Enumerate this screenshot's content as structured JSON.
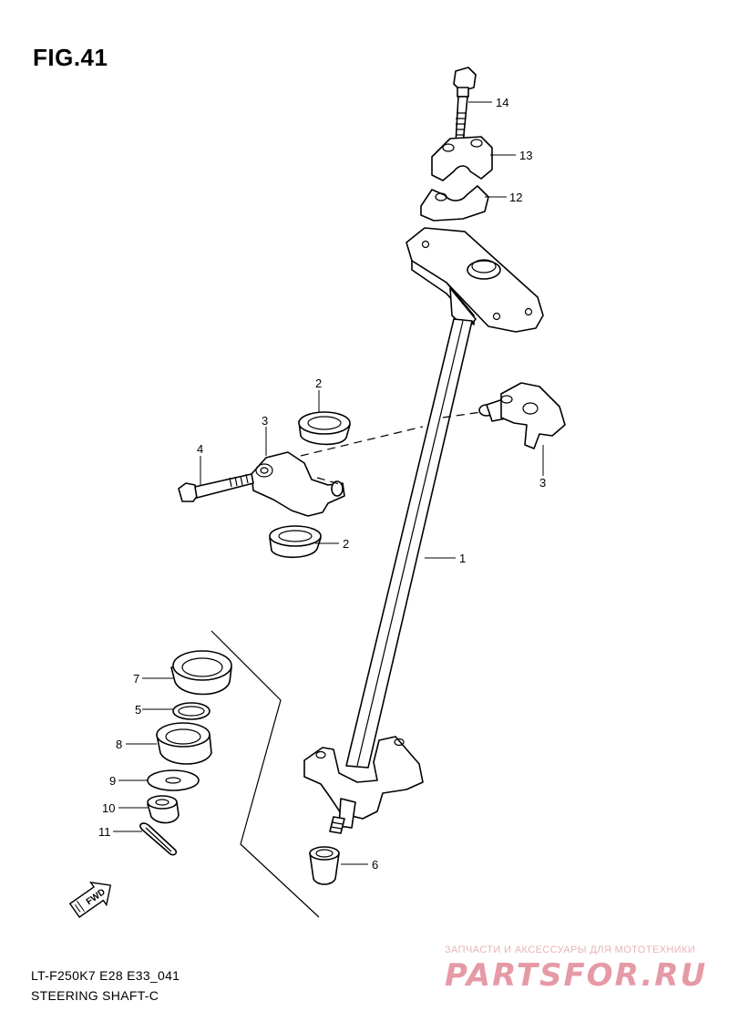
{
  "figure": {
    "title": "FIG.41",
    "model_code": "LT-F250K7 E28 E33_041",
    "assembly_name": "STEERING SHAFT-C"
  },
  "callouts": {
    "c1": "1",
    "c2a": "2",
    "c2b": "2",
    "c3a": "3",
    "c3b": "3",
    "c4": "4",
    "c5": "5",
    "c6": "6",
    "c7": "7",
    "c8": "8",
    "c9": "9",
    "c10": "10",
    "c11": "11",
    "c12": "12",
    "c13": "13",
    "c14": "14"
  },
  "fwd_label": "FWD",
  "watermark": {
    "tagline": "ЗАПЧАСТИ И АКСЕССУАРЫ ДЛЯ МОТОТЕХНИКИ",
    "brand": "PARTSFOR.RU"
  }
}
